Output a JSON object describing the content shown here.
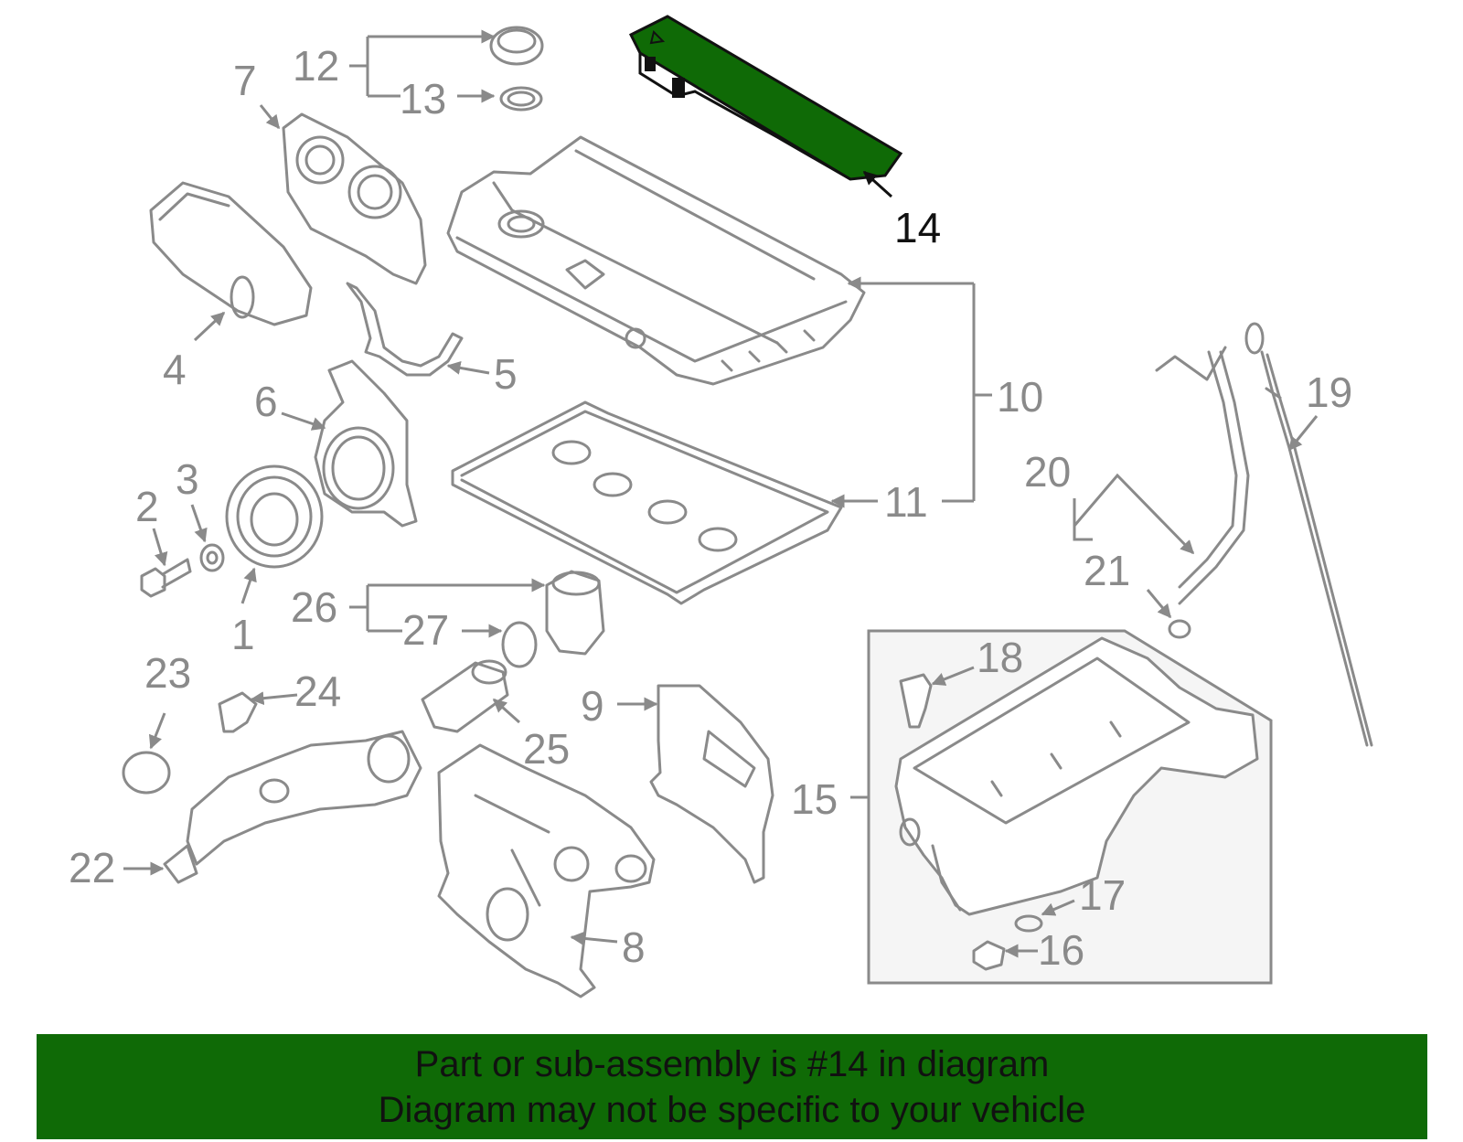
{
  "diagram": {
    "highlight_color": "#0f6a06",
    "line_color": "#8a8a8a",
    "highlighted_callout": "14",
    "callouts": {
      "c1": "1",
      "c2": "2",
      "c3": "3",
      "c4": "4",
      "c5": "5",
      "c6": "6",
      "c7": "7",
      "c8": "8",
      "c9": "9",
      "c10": "10",
      "c11": "11",
      "c12": "12",
      "c13": "13",
      "c14": "14",
      "c15": "15",
      "c16": "16",
      "c17": "17",
      "c18": "18",
      "c19": "19",
      "c20": "20",
      "c21": "21",
      "c22": "22",
      "c23": "23",
      "c24": "24",
      "c25": "25",
      "c26": "26",
      "c27": "27"
    }
  },
  "banner": {
    "line1": "Part or sub-assembly is #14 in diagram",
    "line2": "Diagram may not be specific to your vehicle",
    "background": "#0f6a06"
  }
}
